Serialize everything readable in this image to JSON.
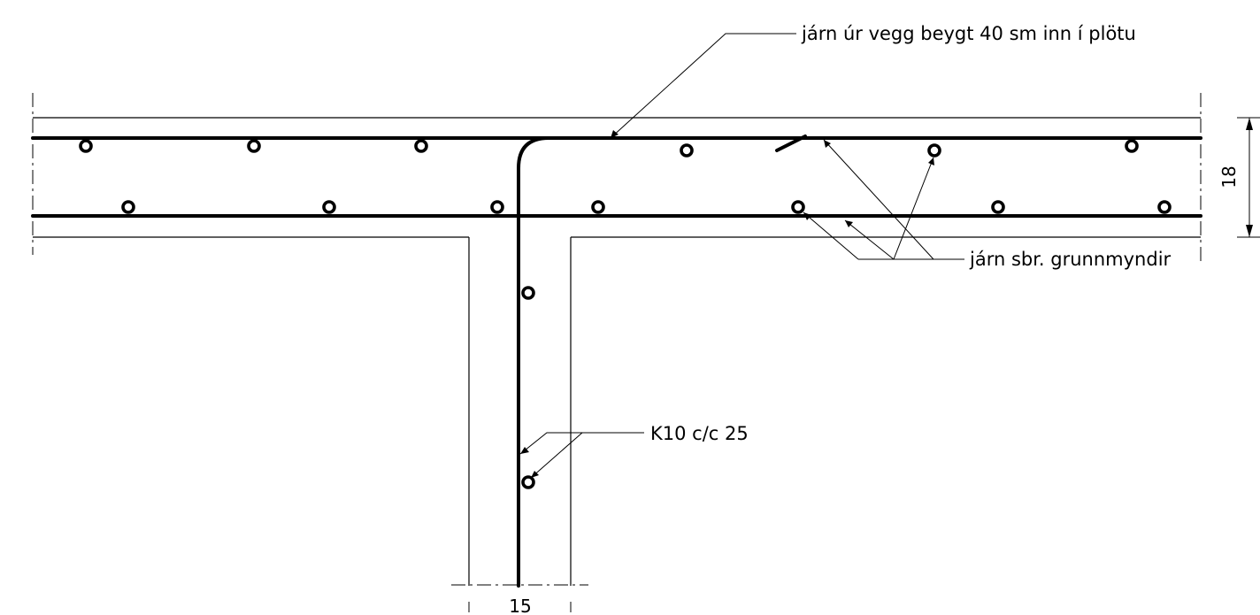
{
  "labels": {
    "wall_bar_note": "járn úr vegg beygt 40 sm inn í plötu",
    "plan_bars_note": "járn sbr. grunnmyndir",
    "stirrup_note": "K10 c/c 25"
  },
  "dimensions": {
    "slab_thickness": "18",
    "wall_thickness": "15"
  }
}
